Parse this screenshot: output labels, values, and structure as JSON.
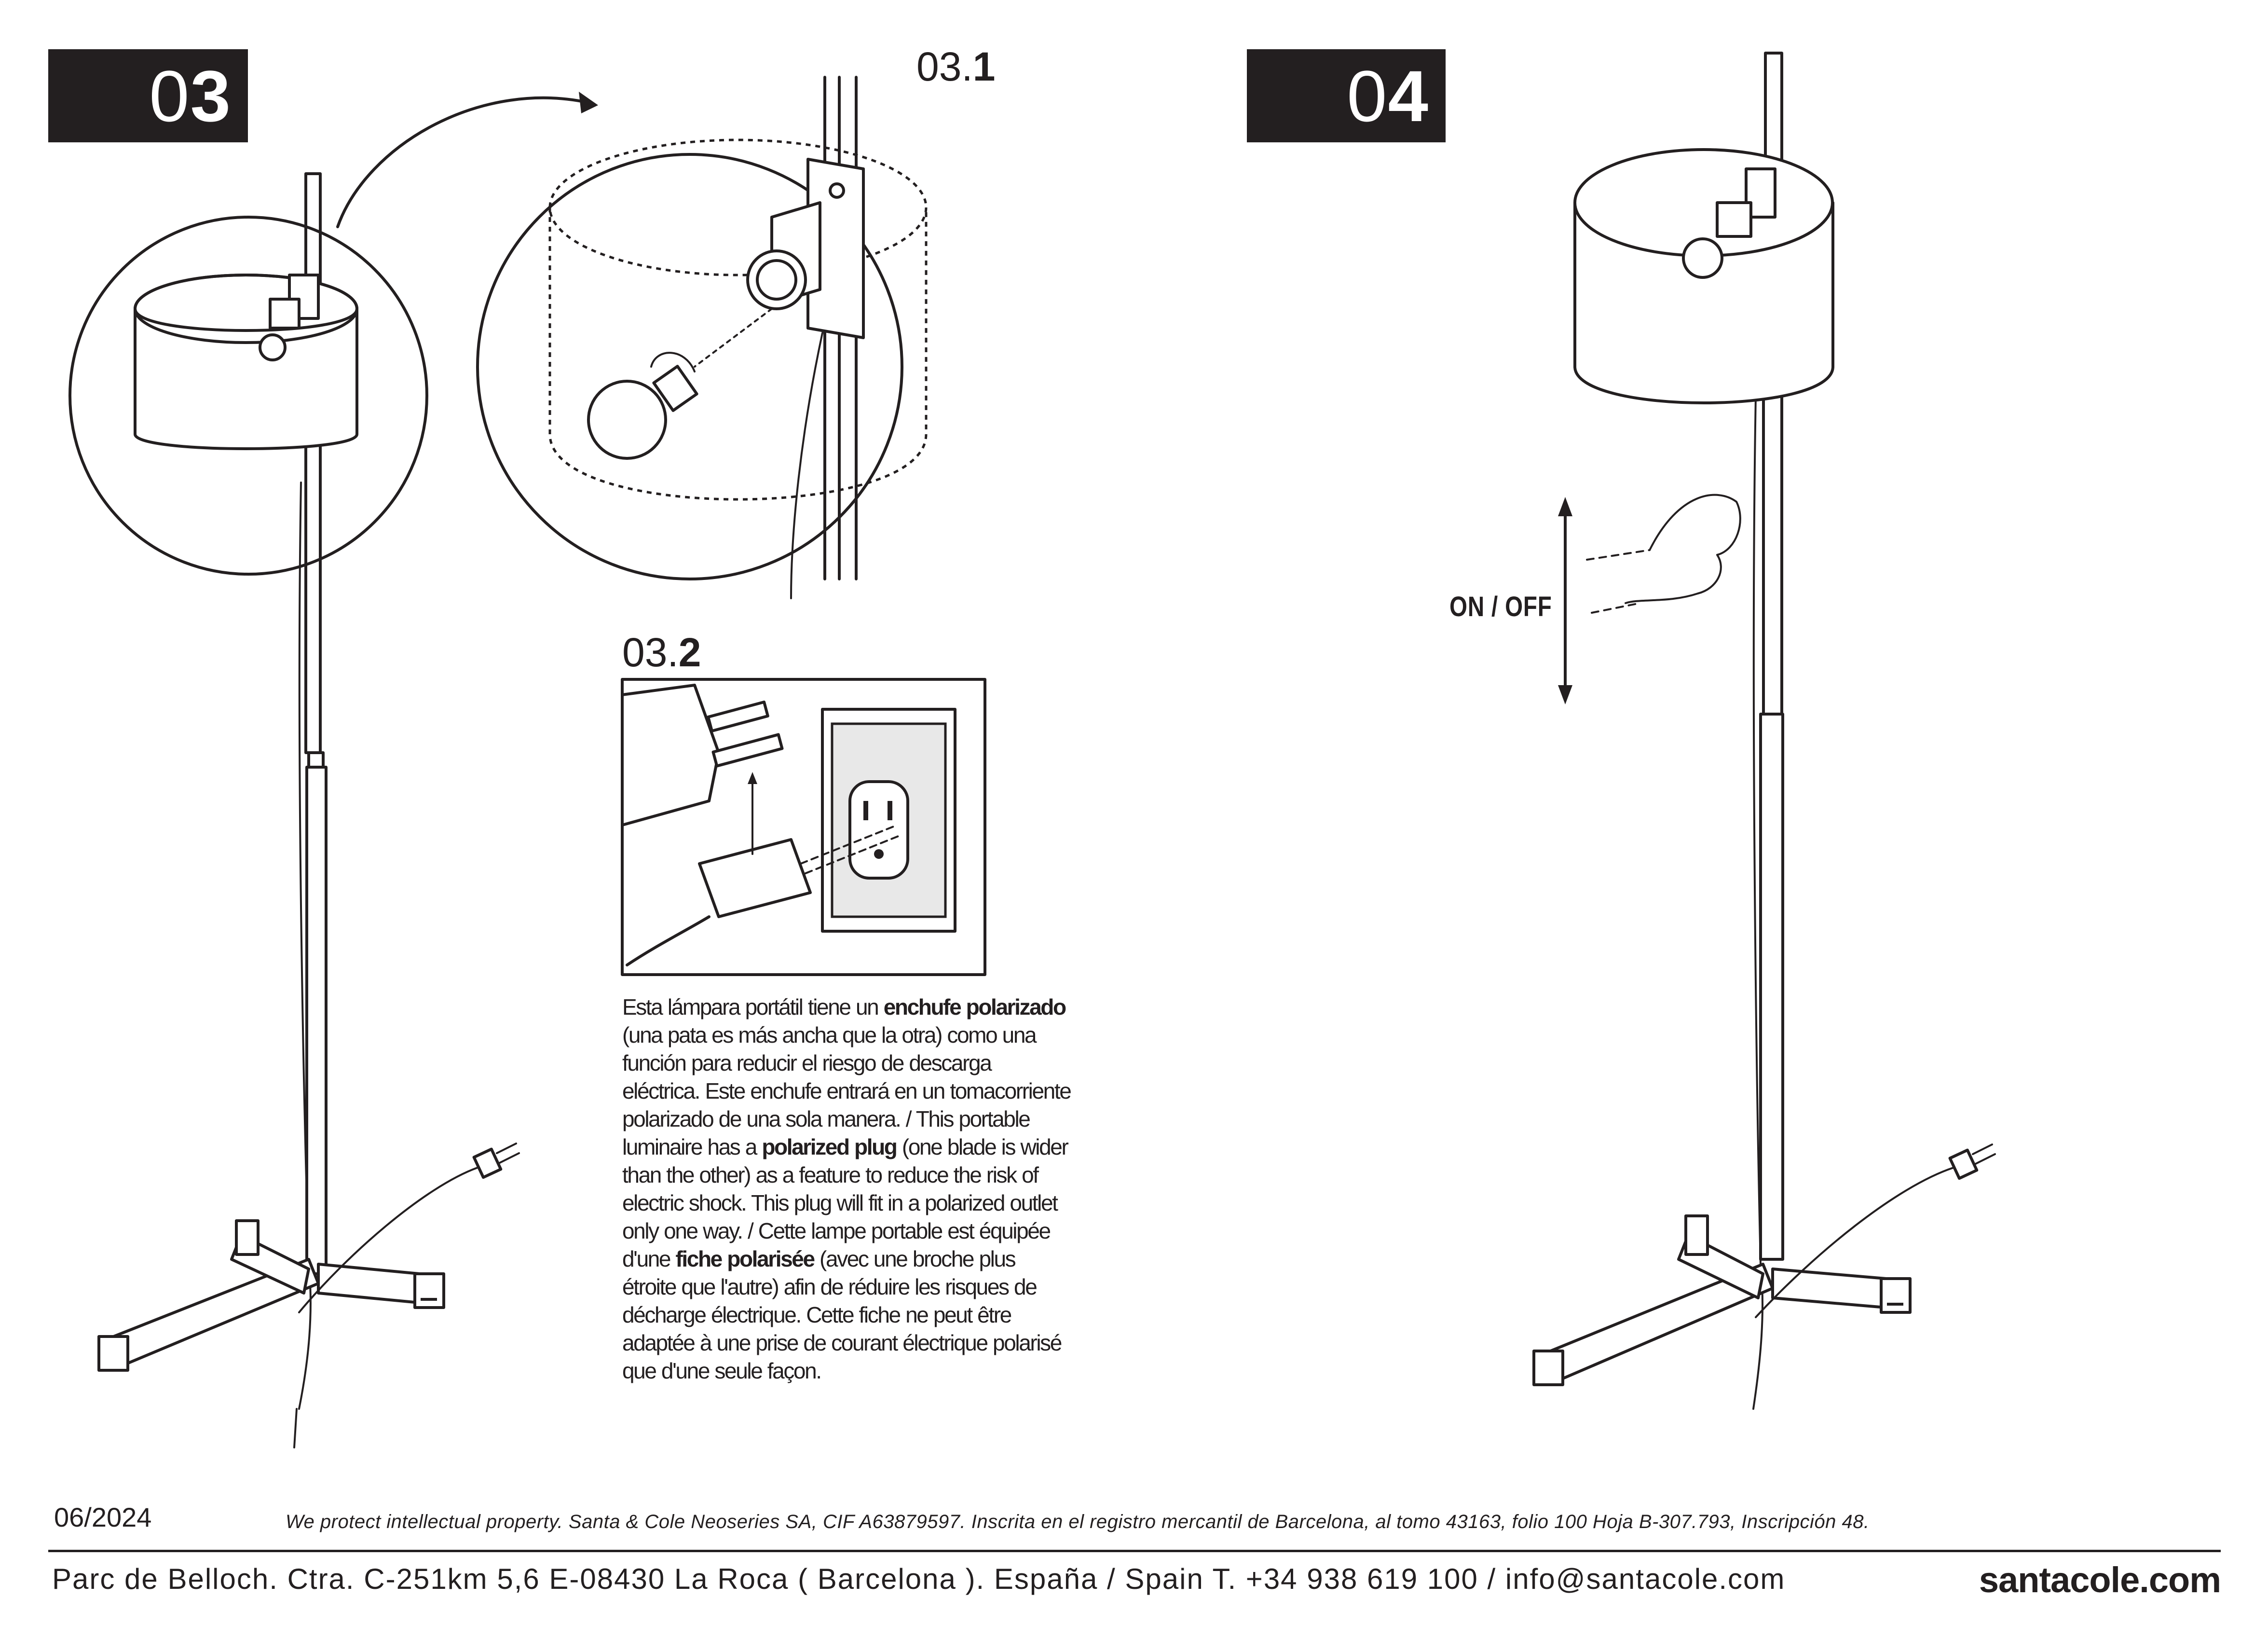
{
  "steps": {
    "step3": {
      "prefix": "0",
      "number": "3"
    },
    "step31": {
      "prefix": "03.",
      "number": "1"
    },
    "step32": {
      "prefix": "03.",
      "number": "2"
    },
    "step4": {
      "prefix": "0",
      "number": "4"
    }
  },
  "notice": {
    "s1": "Esta lámpara portátil tiene un ",
    "b1": "enchufe polarizado",
    "s2": " (una pata es más ancha que la otra) como una función para reducir el riesgo de descarga eléctrica. Este enchufe entrará en un tomacorriente polarizado de una sola manera. / This portable luminaire has a ",
    "b2": "polarized plug",
    "s3": " (one blade is wider than the other) as a feature to reduce the risk of electric shock. This plug will fit in a polarized outlet only one way. / Cette lampe portable est équipée d'une ",
    "b3": "fiche polarisée",
    "s4": " (avec une broche plus étroite que l'autre) afin de réduire les risques de décharge électrique. Cette fiche ne peut être adaptée à une prise de courant électrique polarisé que d'une seule façon."
  },
  "switch_label": "ON / OFF",
  "footer": {
    "date": "06/2024",
    "legal": "We protect intellectual property. Santa & Cole Neoseries SA, CIF A63879597.  Inscrita en el registro mercantil de Barcelona, al tomo 43163, folio 100 Hoja B-307.793, Inscripción 48.",
    "address": "Parc de Belloch. Ctra. C-251km 5,6 E-08430 La Roca ( Barcelona ). España    /     Spain  T. +34 938 619 100 / info@santacole.com",
    "website": "santacole.com"
  }
}
